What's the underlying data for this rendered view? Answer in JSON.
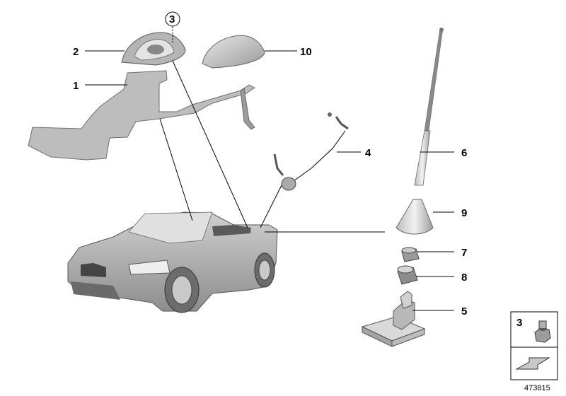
{
  "diagram": {
    "callouts": {
      "c1": "1",
      "c2": "2",
      "c3": "3",
      "c4": "4",
      "c5": "5",
      "c6": "6",
      "c7": "7",
      "c8": "8",
      "c9": "9",
      "c10": "10"
    },
    "legend": {
      "nut_label": "3"
    },
    "image_number": "473815"
  }
}
